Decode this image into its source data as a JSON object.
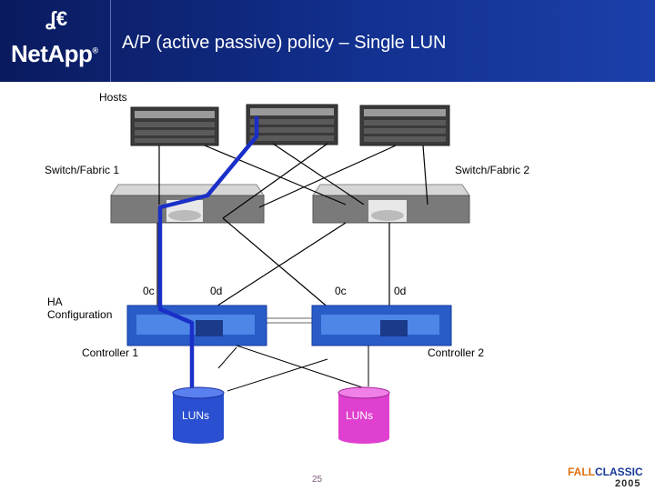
{
  "header": {
    "logo_text": "NetApp",
    "logo_registered": "®",
    "title": "A/P (active passive) policy – Single LUN"
  },
  "labels": {
    "hosts": "Hosts",
    "switch1": "Switch/Fabric 1",
    "switch2": "Switch/Fabric 2",
    "ha_line1": "HA",
    "ha_line2": "Configuration",
    "c1_port_0c": "0c",
    "c1_port_0d": "0d",
    "c2_port_0c": "0c",
    "c2_port_0d": "0d",
    "controller1": "Controller 1",
    "controller2": "Controller 2",
    "lun1": "LUNs",
    "lun2": "LUNs"
  },
  "footer": {
    "page_number": "25",
    "brand_part1": "FALL",
    "brand_part2": "CLASSIC",
    "year": "2005"
  },
  "colors": {
    "header_bg": "#12308f",
    "active_path": "#1a2fc8",
    "lun1": "#2a4fd0",
    "lun2": "#e040d0"
  }
}
